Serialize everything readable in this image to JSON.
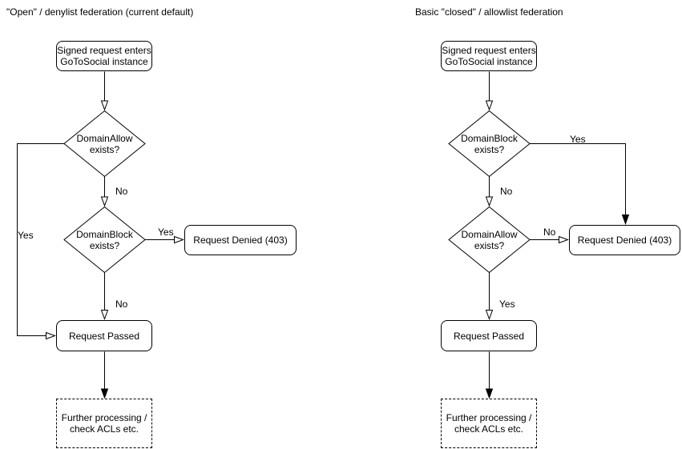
{
  "colors": {
    "stroke": "#000000",
    "text": "#000000",
    "background": "#ffffff"
  },
  "charts": {
    "left": {
      "title": "\"Open\" / denylist federation (current default)",
      "nodes": {
        "start": "Signed request enters\nGoToSocial instance",
        "decision1": "DomainAllow\nexists?",
        "decision2": "DomainBlock\nexists?",
        "denied": "Request Denied (403)",
        "passed": "Request Passed",
        "further": "Further processing /\ncheck ACLs etc."
      },
      "edge_labels": {
        "d1_no": "No",
        "d1_yes": "Yes",
        "d2_yes": "Yes",
        "d2_no": "No"
      }
    },
    "right": {
      "title": "Basic \"closed\" / allowlist federation",
      "nodes": {
        "start": "Signed request enters\nGoToSocial instance",
        "decision1": "DomainBlock\nexists?",
        "decision2": "DomainAllow\nexists?",
        "denied": "Request Denied (403)",
        "passed": "Request Passed",
        "further": "Further processing /\ncheck ACLs etc."
      },
      "edge_labels": {
        "d1_yes": "Yes",
        "d1_no": "No",
        "d2_no": "No",
        "d2_yes": "Yes"
      }
    }
  }
}
